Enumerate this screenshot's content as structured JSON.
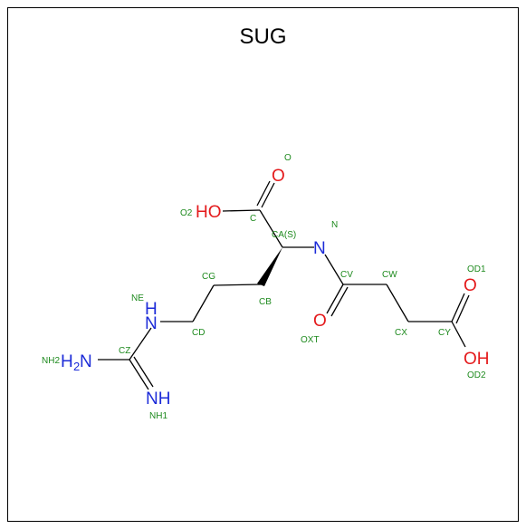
{
  "title": "SUG",
  "atoms": {
    "O": "O",
    "HO": "HO",
    "N": "N",
    "H": "H",
    "OH": "OH",
    "H2N_H": "H",
    "H2N_2": "2",
    "H2N_N": "N",
    "NH": "NH"
  },
  "labels": {
    "O": "O",
    "O2": "O2",
    "C": "C",
    "CA": "CA(S)",
    "N": "N",
    "CB": "CB",
    "CG": "CG",
    "CD": "CD",
    "NE": "NE",
    "CZ": "CZ",
    "NH1": "NH1",
    "NH2": "NH2",
    "CV": "CV",
    "OXT": "OXT",
    "CW": "CW",
    "CX": "CX",
    "CY": "CY",
    "OD1": "OD1",
    "OD2": "OD2"
  },
  "colors": {
    "oxygen": "#e41a1c",
    "nitrogen": "#1c2bd8",
    "label": "#1e8a1e",
    "bond": "#000000"
  }
}
